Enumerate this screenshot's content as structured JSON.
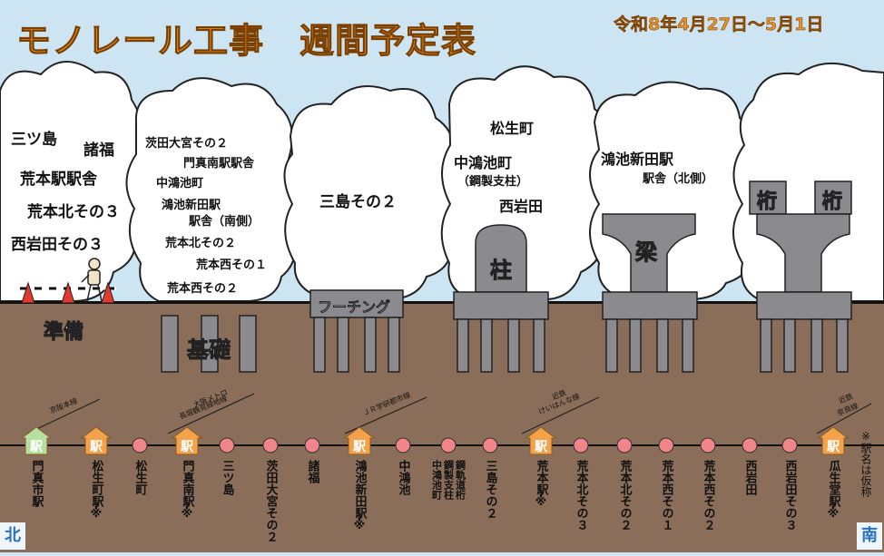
{
  "title": "モノレール工事　週間予定表",
  "date_range": "令和8年4月27日～5月1日",
  "stages": [
    {
      "label": "準備",
      "locations": [
        "三ツ島",
        "諸福",
        "荒本駅駅舎",
        "荒本北その３",
        "西岩田その３"
      ]
    },
    {
      "label": "基礎",
      "locations": [
        "茨田大宮その２",
        "門真南駅駅舎",
        "中鴻池町",
        "鴻池新田駅",
        "駅舎（南側）",
        "荒本北その２",
        "荒本西その１",
        "荒本西その２"
      ]
    },
    {
      "label": "フーチング",
      "locations": [
        "三島その２"
      ]
    },
    {
      "label": "柱",
      "locations": [
        "松生町",
        "中鴻池町",
        "（鋼製支柱）",
        "西岩田"
      ]
    },
    {
      "label": "梁",
      "locations": [
        "鴻池新田駅",
        "駅舎（北側）"
      ]
    },
    {
      "label": "桁",
      "label2": "桁",
      "locations": []
    }
  ],
  "rail_lines": [
    "京阪本線",
    "大阪メトロ",
    "長堀鶴見緑地線",
    "ＪＲ学研都市線",
    "近鉄",
    "けいはんな線",
    "近鉄",
    "奈良線"
  ],
  "stations": [
    {
      "name": "門真市駅",
      "kind": "station-existing"
    },
    {
      "name": "松生町駅※",
      "kind": "station"
    },
    {
      "name": "松生町",
      "kind": "point"
    },
    {
      "name": "門真南駅※",
      "kind": "station"
    },
    {
      "name": "三ツ島",
      "kind": "point"
    },
    {
      "name": "茨田大宮その２",
      "kind": "point"
    },
    {
      "name": "諸福",
      "kind": "point"
    },
    {
      "name": "鴻池新田駅※",
      "kind": "station"
    },
    {
      "name": "中鴻池",
      "kind": "point"
    },
    {
      "name": "中鴻池町",
      "name2": "鋼製支柱",
      "name3": "鋼軌道桁",
      "kind": "point"
    },
    {
      "name": "三島その２",
      "kind": "point"
    },
    {
      "name": "荒本駅※",
      "kind": "station"
    },
    {
      "name": "荒本北その３",
      "kind": "point"
    },
    {
      "name": "荒本北その２",
      "kind": "point"
    },
    {
      "name": "荒本西その１",
      "kind": "point"
    },
    {
      "name": "荒本西その２",
      "kind": "point"
    },
    {
      "name": "西岩田",
      "kind": "point"
    },
    {
      "name": "西岩田その３",
      "kind": "point"
    },
    {
      "name": "瓜生堂駅※",
      "kind": "station"
    }
  ],
  "station_glyph": "駅",
  "note": "※駅名は仮称",
  "direction_north": "北",
  "direction_south": "南",
  "colors": {
    "sky": "#cde4f2",
    "ground": "#8b6e59",
    "title": "#e8912a",
    "date": "#e8912a",
    "pillar": "#8a8a8f",
    "station": "#f4a24a",
    "station_existing": "#b6e0a2",
    "point": "#f1858b"
  }
}
